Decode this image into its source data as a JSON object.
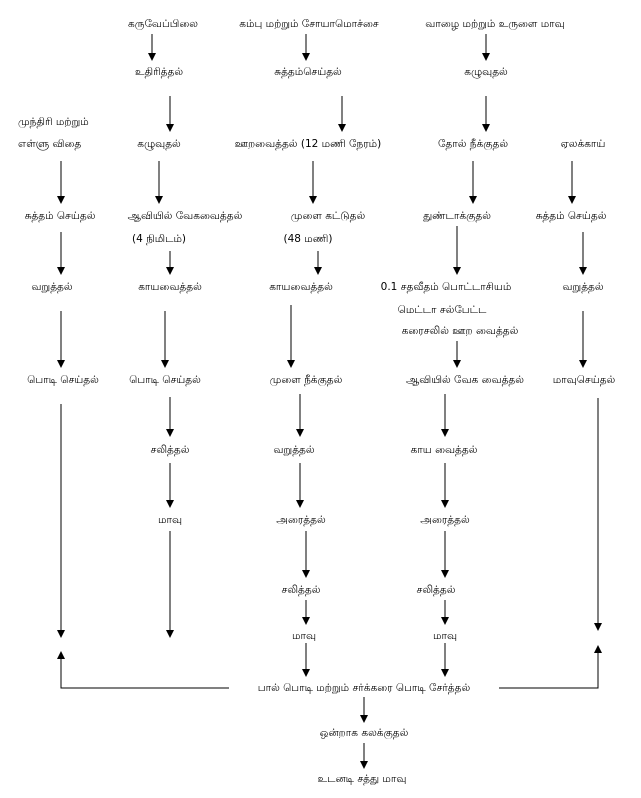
{
  "nodes": [
    {
      "id": "c1_h",
      "text": "கருவேப்பிலை"
    },
    {
      "id": "c1_1",
      "text": "உதிரித்தல்"
    },
    {
      "id": "c1_2",
      "text": "கழுவுதல்"
    },
    {
      "id": "c1_3",
      "text": "ஆவியில் வேகவைத்தல்"
    },
    {
      "id": "c1_3n",
      "text": "(4 நிமிடம்)"
    },
    {
      "id": "c1_4",
      "text": "காயவைத்தல்"
    },
    {
      "id": "c1_5",
      "text": "பொடி செய்தல்"
    },
    {
      "id": "c1_6",
      "text": "சலித்தல்"
    },
    {
      "id": "c1_7",
      "text": "மாவு"
    },
    {
      "id": "c2_h",
      "text": "கம்பு மற்றும் சோயாமொச்சை"
    },
    {
      "id": "c2_1",
      "text": "சுத்தம்செய்தல்"
    },
    {
      "id": "c2_2",
      "text": "ஊறவைத்தல் (12 மணி நேரம்)"
    },
    {
      "id": "c2_3",
      "text": "முளை கட்டுதல்"
    },
    {
      "id": "c2_3n",
      "text": "(48 மணி)"
    },
    {
      "id": "c2_4",
      "text": "காயவைத்தல்"
    },
    {
      "id": "c2_5",
      "text": "முளை நீக்குதல்"
    },
    {
      "id": "c2_6",
      "text": "வறுத்தல்"
    },
    {
      "id": "c2_7",
      "text": "அரைத்தல்"
    },
    {
      "id": "c2_8",
      "text": "சலித்தல்"
    },
    {
      "id": "c2_9",
      "text": "மாவு"
    },
    {
      "id": "c3_h",
      "text": "வாழை மற்றும் உருளை மாவு"
    },
    {
      "id": "c3_1",
      "text": "கழுவுதல்"
    },
    {
      "id": "c3_2",
      "text": "தோல் நீக்குதல்"
    },
    {
      "id": "c3_3",
      "text": "துண்டாக்குதல்"
    },
    {
      "id": "c3_4a",
      "text": "0.1 சதவீதம் பொட்டாசியம்"
    },
    {
      "id": "c3_4b",
      "text": "மெட்டா சல்பேட்ட"
    },
    {
      "id": "c3_4c",
      "text": "கரைசலில் ஊற வைத்தல்"
    },
    {
      "id": "c3_5",
      "text": "ஆவியில் வேக வைத்தல்"
    },
    {
      "id": "c3_6",
      "text": "காய வைத்தல்"
    },
    {
      "id": "c3_7",
      "text": "அரைத்தல்"
    },
    {
      "id": "c3_8",
      "text": "சலித்தல்"
    },
    {
      "id": "c3_9",
      "text": "மாவு"
    },
    {
      "id": "c0_ha",
      "text": "முந்திரி மற்றும்"
    },
    {
      "id": "c0_hb",
      "text": "எள்ளு விதை"
    },
    {
      "id": "c0_1",
      "text": "சுத்தம் செய்தல்"
    },
    {
      "id": "c0_2",
      "text": "வறுத்தல்"
    },
    {
      "id": "c0_3",
      "text": "பொடி செய்தல்"
    },
    {
      "id": "c4_h",
      "text": "ஏலக்காய்"
    },
    {
      "id": "c4_1",
      "text": "சுத்தம் செய்தல்"
    },
    {
      "id": "c4_2",
      "text": "வறுத்தல்"
    },
    {
      "id": "c4_3",
      "text": "மாவுசெய்தல்"
    },
    {
      "id": "m_1",
      "text": "பால் பொடி மற்றும் சர்க்கரை பொடி சேர்த்தல்"
    },
    {
      "id": "m_2",
      "text": "ஒன்றாக கலக்குதல்"
    },
    {
      "id": "m_3",
      "text": "உடனடி சத்து மாவு"
    }
  ]
}
